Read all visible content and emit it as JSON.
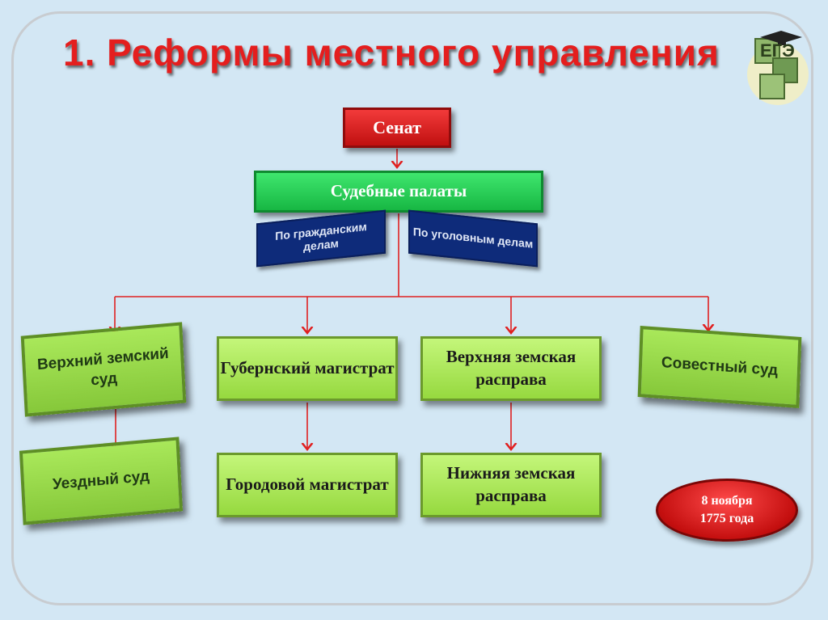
{
  "slide": {
    "title": "1. Реформы местного управления",
    "logo_text": "ЕГЭ"
  },
  "nodes": {
    "senat": "Сенат",
    "palaty": "Судебные палаты",
    "civil": "По гражданским делам",
    "criminal": "По уголовным делам",
    "verh_zem_sud": "Верхний земский суд",
    "uezd_sud": "Уездный суд",
    "gub_magistrat": "Губернский магистрат",
    "verh_zem_rasprava": "Верхняя земская расправа",
    "gor_magistrat": "Городовой магистрат",
    "nizh_zem_rasprava": "Нижняя земская расправа",
    "sovest_sud": "Совестный суд"
  },
  "date_badge": {
    "line1": "8 ноября",
    "line2": "1775 года"
  },
  "colors": {
    "title": "#e41e1e",
    "senat": "#e02020",
    "palaty": "#22c94f",
    "sub": "#0e2b7a",
    "green_box": "#a6e35a",
    "connector": "#e02020"
  }
}
